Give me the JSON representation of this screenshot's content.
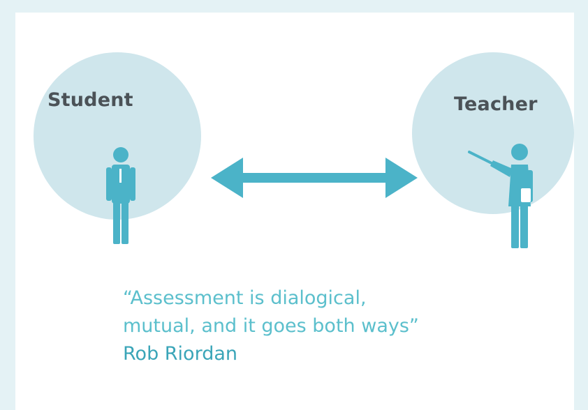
{
  "diagram": {
    "left_node": {
      "label": "Student"
    },
    "right_node": {
      "label": "Teacher"
    },
    "relation": "two-way arrow",
    "quote": {
      "line1": "“Assessment is dialogical,",
      "line2": "mutual, and it goes both ways”",
      "author": "Rob Riordan"
    },
    "colors": {
      "background": "#e4f2f5",
      "card": "#ffffff",
      "circle": "#cfe6ec",
      "figure": "#4bb3c8",
      "label": "#4b5257",
      "quote": "#5bbfcc"
    }
  }
}
